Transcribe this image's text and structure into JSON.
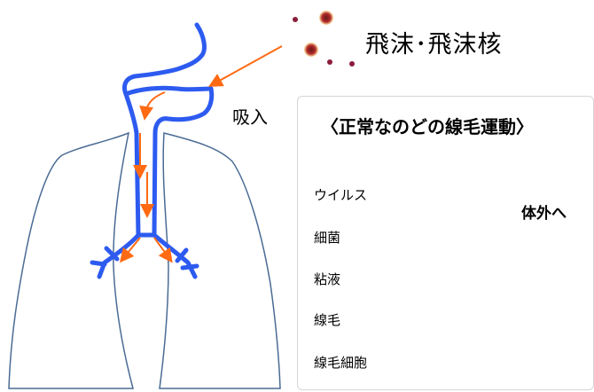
{
  "annotation": {
    "droplets": "飛沫･飛沫核",
    "inhalation": "吸入"
  },
  "cilia_panel": {
    "title": "〈正常なのどの線毛運動〉",
    "labels": {
      "virus": "ウイルス",
      "bacteria": "細菌",
      "mucus": "粘液",
      "cilia": "線毛",
      "ciliated_cell": "線毛細胞"
    },
    "direction": "体外へ"
  },
  "colors": {
    "airway": "#2d5bf0",
    "airflow_arrow": "#ff6a13",
    "lung_outline": "#4a6b94",
    "virus": "#ffc000",
    "bacteria": "#a6a6a6",
    "mucus": "#9fd8f4",
    "cilia": "#f6a89a",
    "outward_arrow": "#22a8e8"
  }
}
